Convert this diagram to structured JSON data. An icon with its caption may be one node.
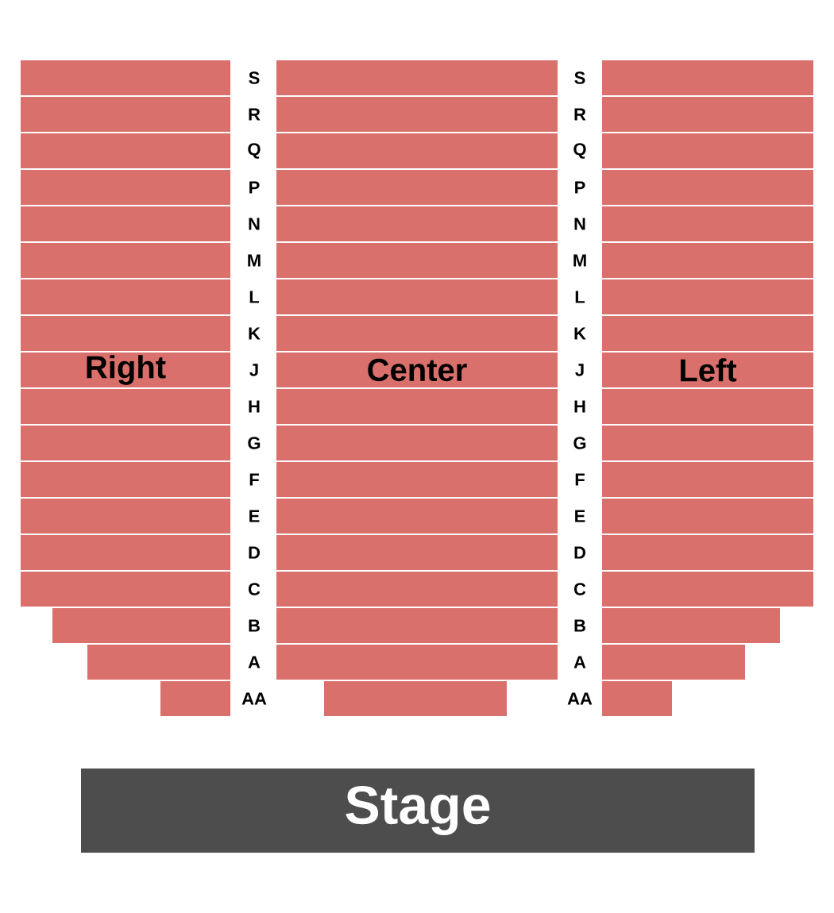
{
  "diagram": {
    "nodes": [
      {
        "text": [
          "Right"
        ]
      },
      {
        "text": [
          "Center"
        ]
      },
      {
        "text": [
          "Left"
        ]
      },
      {
        "text": [
          "Stage"
        ]
      }
    ],
    "labels": [
      "S",
      "S",
      "R",
      "R",
      "Q",
      "Q",
      "P",
      "P",
      "N",
      "N",
      "M",
      "M",
      "L",
      "L",
      "K",
      "K",
      "J",
      "J",
      "H",
      "H",
      "G",
      "G",
      "F",
      "F",
      "E",
      "E",
      "D",
      "D",
      "C",
      "C",
      "B",
      "B",
      "A",
      "A",
      "AA",
      "AA"
    ]
  }
}
